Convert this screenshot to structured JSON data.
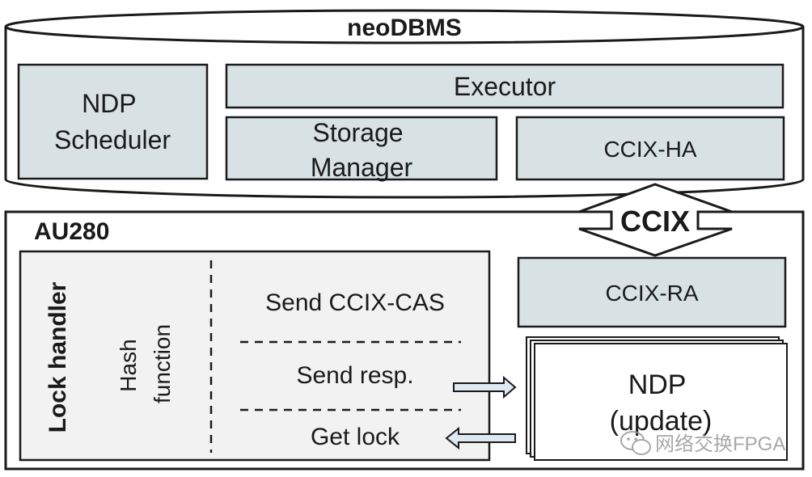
{
  "diagram": {
    "db_title": "neoDBMS",
    "ndp_scheduler": [
      "NDP",
      "Scheduler"
    ],
    "executor": "Executor",
    "storage_manager": [
      "Storage",
      "Manager"
    ],
    "ccix_ha": "CCIX-HA",
    "ccix_link": "CCIX",
    "board_title": "AU280",
    "ccix_ra": "CCIX-RA",
    "lock_handler": "Lock handler",
    "hash_function": [
      "Hash",
      "function"
    ],
    "send_cas": "Send CCIX-CAS",
    "send_resp": "Send resp.",
    "get_lock": "Get lock",
    "ndp_unit": [
      "NDP",
      "(update)"
    ]
  },
  "watermark": {
    "text": "网络交换FPGA",
    "icon": "wechat-icon"
  },
  "colors": {
    "box_fill": "#d8e2e5",
    "lock_fill": "#f2f2f2",
    "arrow_fill": "#dde8f3",
    "stroke": "#1a1a1a"
  }
}
